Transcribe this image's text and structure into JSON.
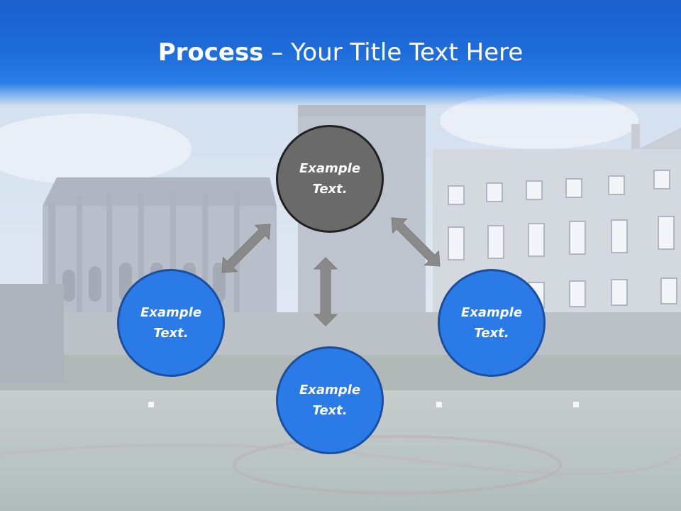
{
  "slide": {
    "title_bold": "Process",
    "title_rest": " – Your Title Text Here"
  },
  "nodes": {
    "top": "Example\nText.",
    "left": "Example\nText.",
    "right": "Example\nText.",
    "bottom": "Example\nText."
  },
  "colors": {
    "header_blue": "#1f6fdd",
    "circle_blue": "#2a7ae8",
    "circle_gray": "#6a6a6a",
    "arrow_gray": "#8a8a8a"
  },
  "icons": {
    "arrows": "double-headed-arrow"
  }
}
